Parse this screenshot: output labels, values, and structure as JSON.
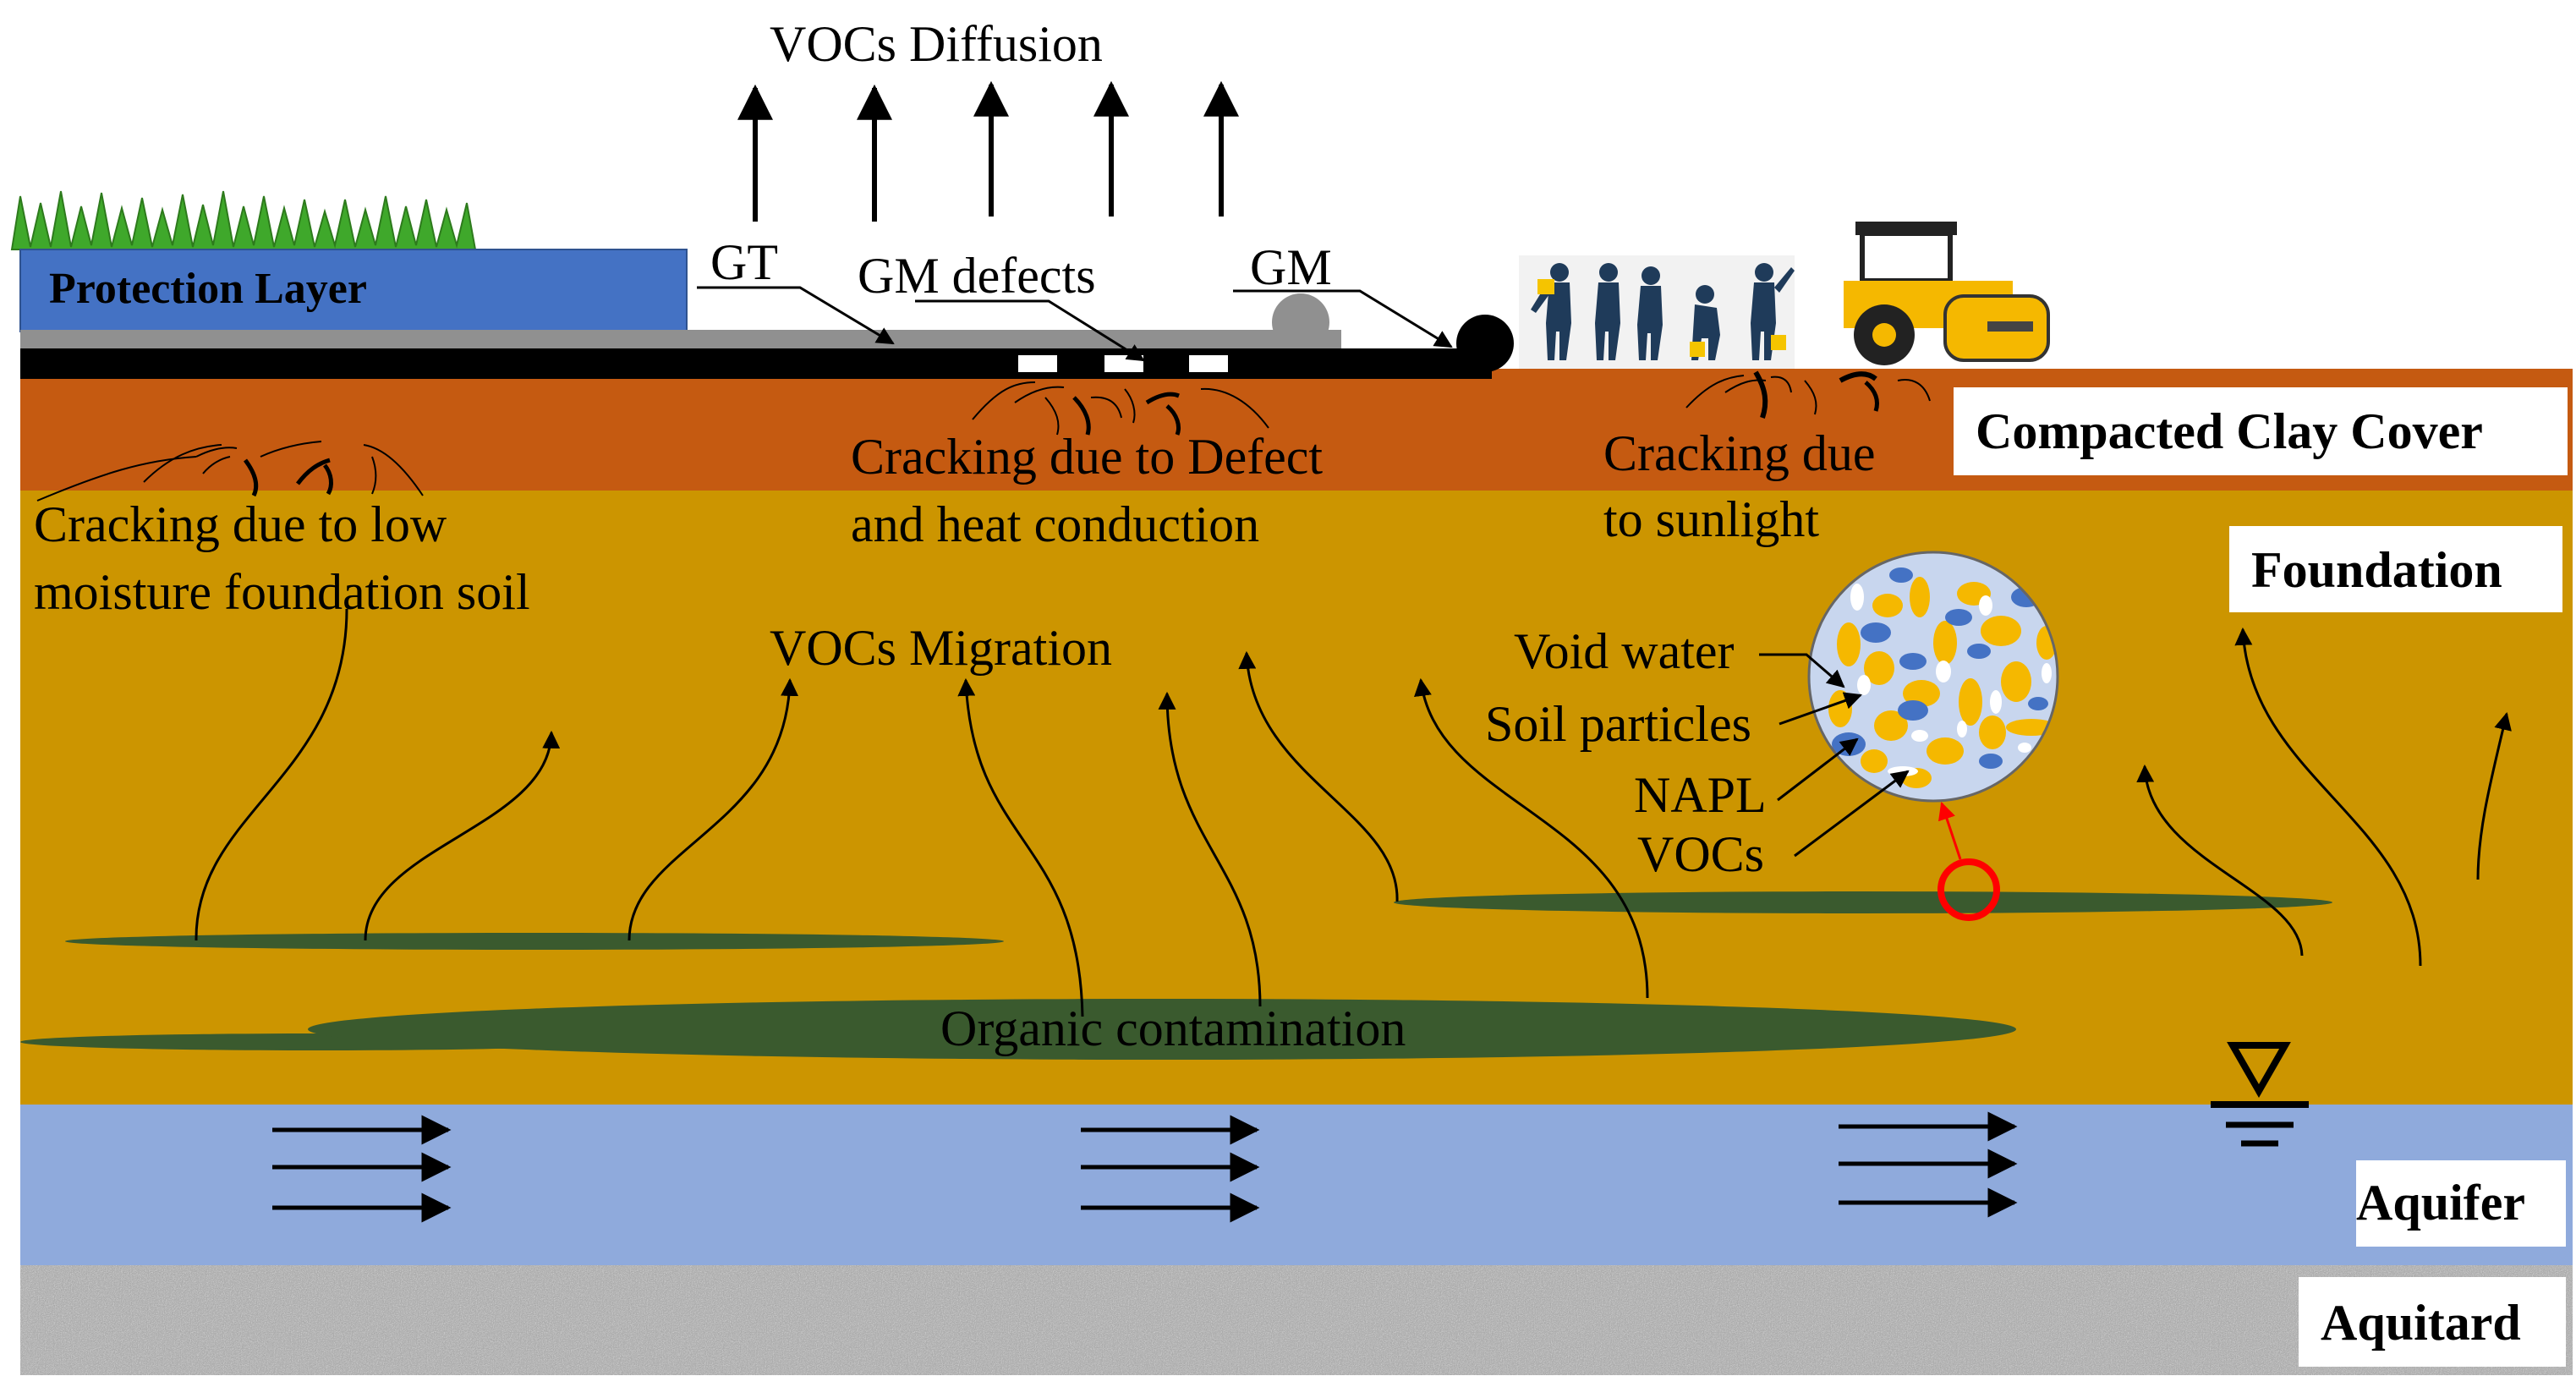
{
  "labels": {
    "vocs_diffusion": "VOCs Diffusion",
    "protection_layer": "Protection Layer",
    "gt": "GT",
    "gm_defects": "GM defects",
    "gm": "GM",
    "compacted_clay_cover": "Compacted Clay Cover",
    "foundation": "Foundation",
    "aquifer": "Aquifer",
    "aquitard": "Aquitard",
    "cracking_low_moisture_1": "Cracking due to low",
    "cracking_low_moisture_2": "moisture foundation soil",
    "cracking_defect_1": "Cracking due to Defect",
    "cracking_defect_2": "and heat conduction",
    "cracking_sunlight_1": "Cracking due",
    "cracking_sunlight_2": "to sunlight",
    "vocs_migration": "VOCs Migration",
    "void_water": "Void water",
    "soil_particles": "Soil particles",
    "napl": "NAPL",
    "vocs": "VOCs",
    "organic_contamination": "Organic contamination"
  },
  "colors": {
    "protection_layer": "#4472c4",
    "clay_cover": "#c55a11",
    "foundation": "#cc9500",
    "aquifer": "#8faadc",
    "aquitard": "#a0a0a0",
    "contamination": "#3a5a2e",
    "liner_black": "#000000",
    "geotextile_gray": "#909090",
    "highlight_red": "#ff0000"
  },
  "icons": [
    "grass-icon",
    "workers-icon",
    "road-roller-icon",
    "water-table-icon"
  ]
}
